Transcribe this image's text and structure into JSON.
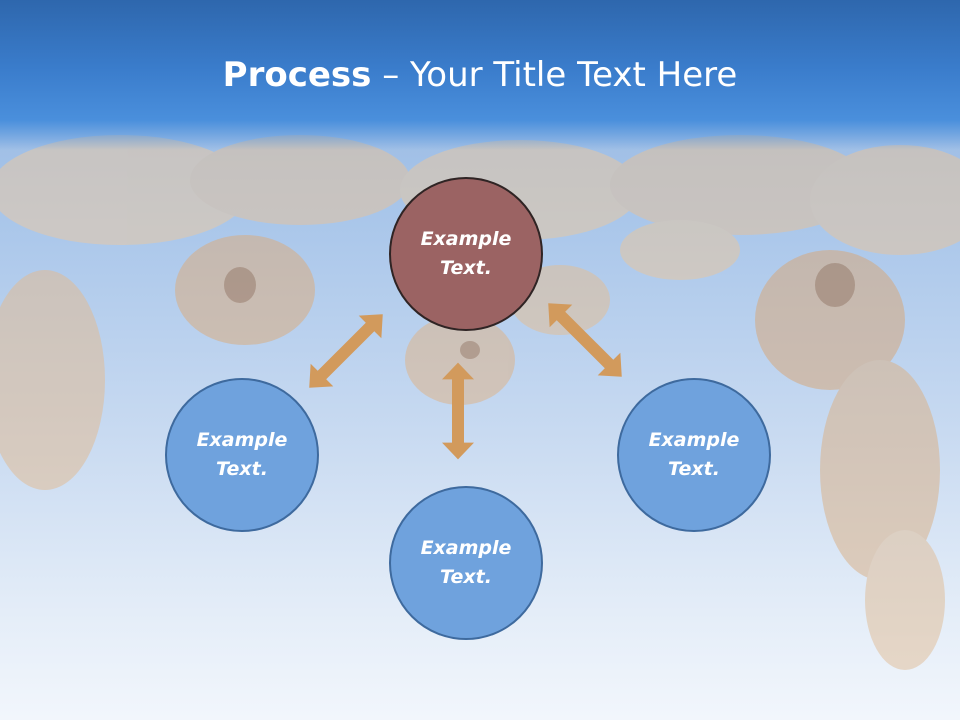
{
  "title": {
    "strong": "Process",
    "separator": " – ",
    "rest": "Your Title Text Here"
  },
  "nodes": {
    "center": "Example Text.",
    "left": "Example Text.",
    "right": "Example Text.",
    "bottom": "Example Text."
  },
  "colors": {
    "title_bar": "#3a7ccb",
    "center_node": "#9b6363",
    "outer_node": "#6fa2dd",
    "arrow": "#d29a5c"
  }
}
